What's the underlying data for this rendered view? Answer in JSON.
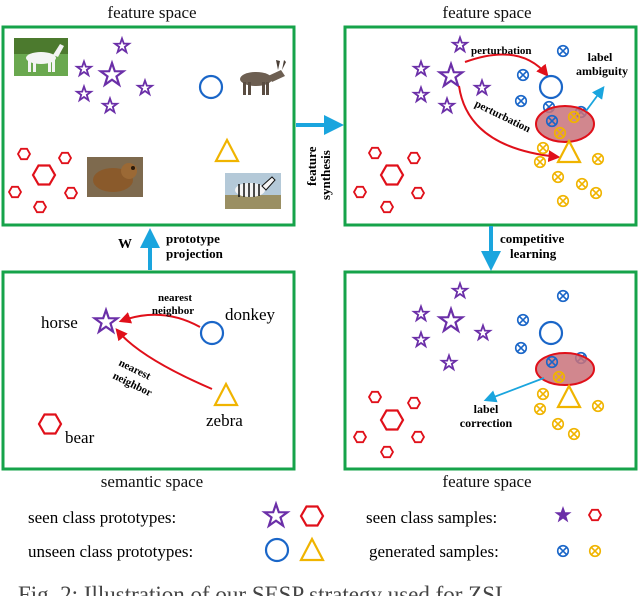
{
  "panels": {
    "top_left": {
      "title": "feature space"
    },
    "top_right": {
      "title": "feature space"
    },
    "bottom_left": {
      "title": "semantic space"
    },
    "bottom_right": {
      "title": "feature space"
    }
  },
  "arrows": {
    "feature_synthesis": [
      "feature",
      "synthesis"
    ],
    "prototype_projection": [
      "prototype",
      "projection"
    ],
    "projection_matrix": "W",
    "competitive_learning": [
      "competitive",
      "learning"
    ],
    "perturbation": "perturbation",
    "label_ambiguity": [
      "label",
      "ambiguity"
    ],
    "label_correction": [
      "label",
      "correction"
    ],
    "nearest_neighbor": [
      "nearest",
      "neighbor"
    ]
  },
  "semantic_labels": {
    "horse": "horse",
    "donkey": "donkey",
    "zebra": "zebra",
    "bear": "bear"
  },
  "images": {
    "horse": "horse-photo",
    "donkey": "donkey-photo",
    "bear": "bear-photo",
    "zebra": "zebra-photo"
  },
  "legend": {
    "seen_prototypes": "seen class prototypes:",
    "unseen_prototypes": "unseen class prototypes:",
    "seen_samples": "seen class samples:",
    "generated_samples": "generated samples:"
  },
  "caption": "Fig. 2: Illustration of our SESP strategy used for ZSL",
  "colors": {
    "panel_border": "#16a34a",
    "seen_star": "#6b2fa8",
    "seen_hexagon": "#e0101a",
    "unseen_circle": "#1a66c8",
    "unseen_triangle": "#f0b400",
    "arrow_blue": "#1aa5de",
    "arrow_red": "#e0101a",
    "ambiguity_fill": "#c9727a"
  }
}
